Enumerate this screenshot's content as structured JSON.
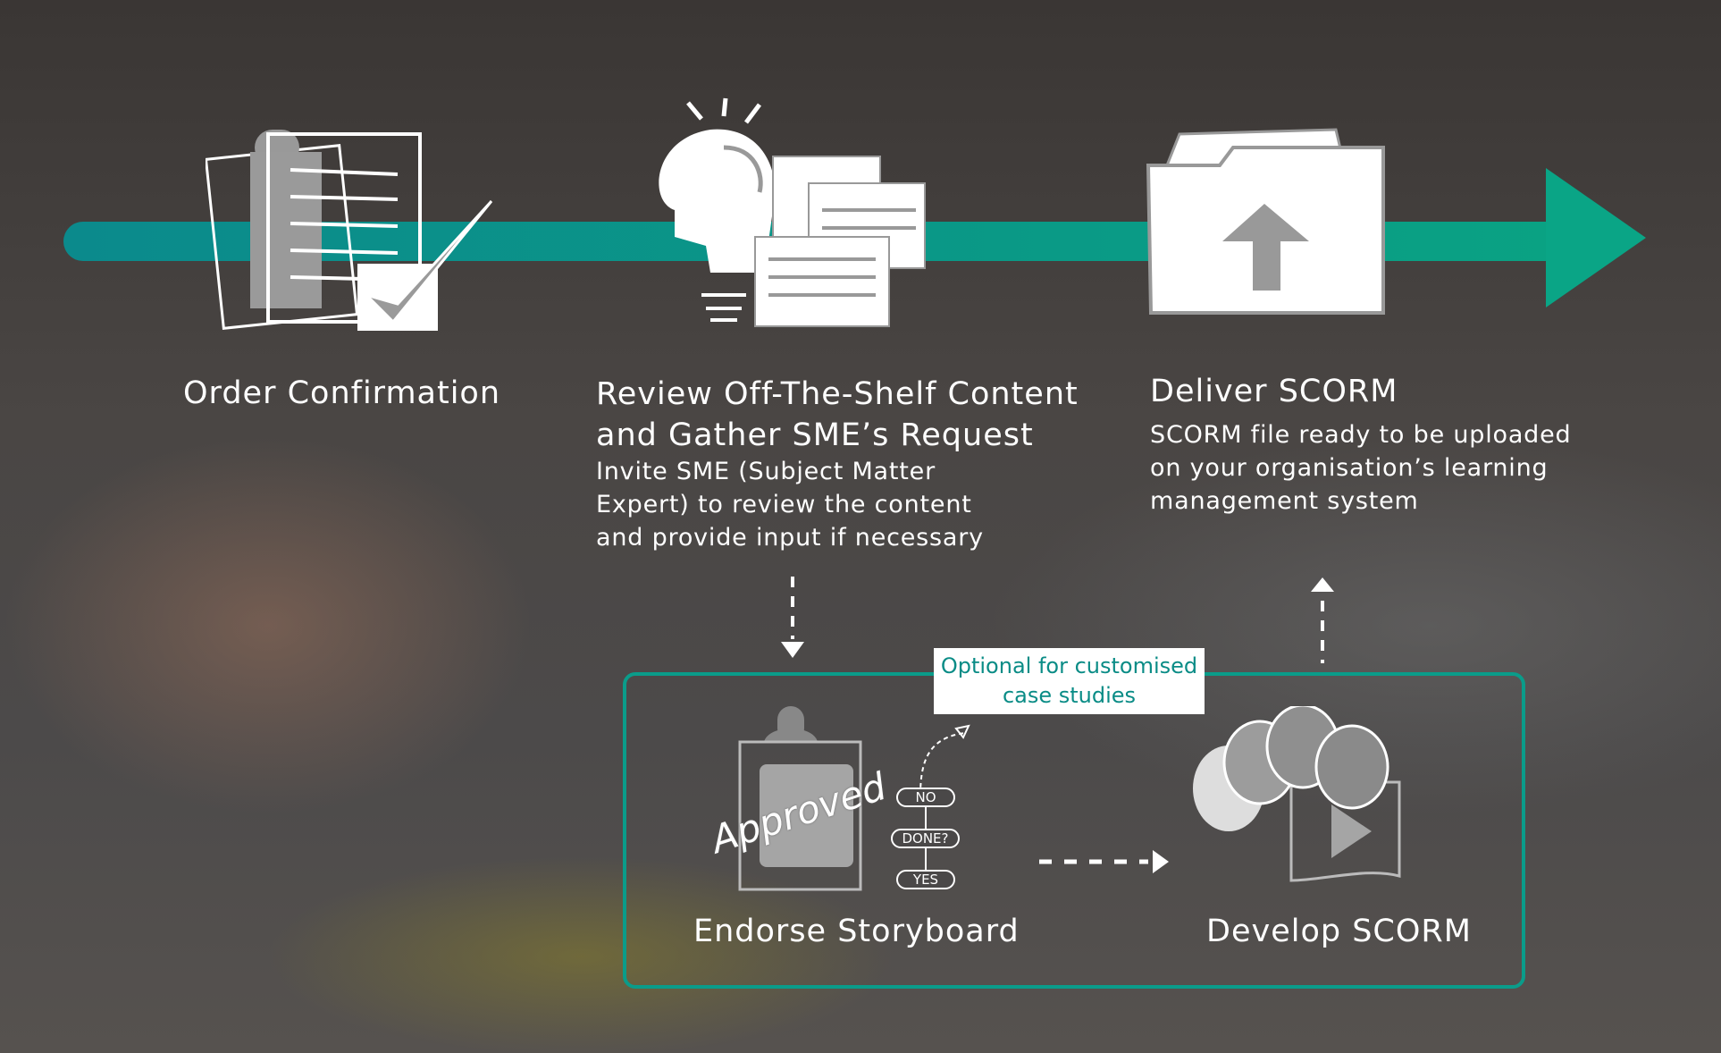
{
  "timeline": {
    "accent": "#0a9c8a"
  },
  "steps": [
    {
      "title": "Order Confirmation",
      "icon": "document-check-icon"
    },
    {
      "title_lines": [
        "Review Off-The-Shelf Content",
        "and Gather SME’s Request"
      ],
      "desc_lines": [
        "Invite SME (Subject Matter",
        "Expert) to review the content",
        "and provide input if necessary"
      ],
      "icon": "idea-folders-icon"
    },
    {
      "title": "Deliver SCORM",
      "desc_lines": [
        "SCORM file ready to be uploaded",
        "on your organisation’s learning",
        "management system"
      ],
      "icon": "folder-upload-icon"
    }
  ],
  "optional": {
    "label_lines": [
      "Optional for customised",
      "case studies"
    ],
    "endorse": {
      "title": "Endorse Storyboard",
      "stamp": "Approved",
      "flow": [
        "NO",
        "DONE?",
        "YES"
      ]
    },
    "develop": {
      "title": "Develop SCORM"
    }
  }
}
